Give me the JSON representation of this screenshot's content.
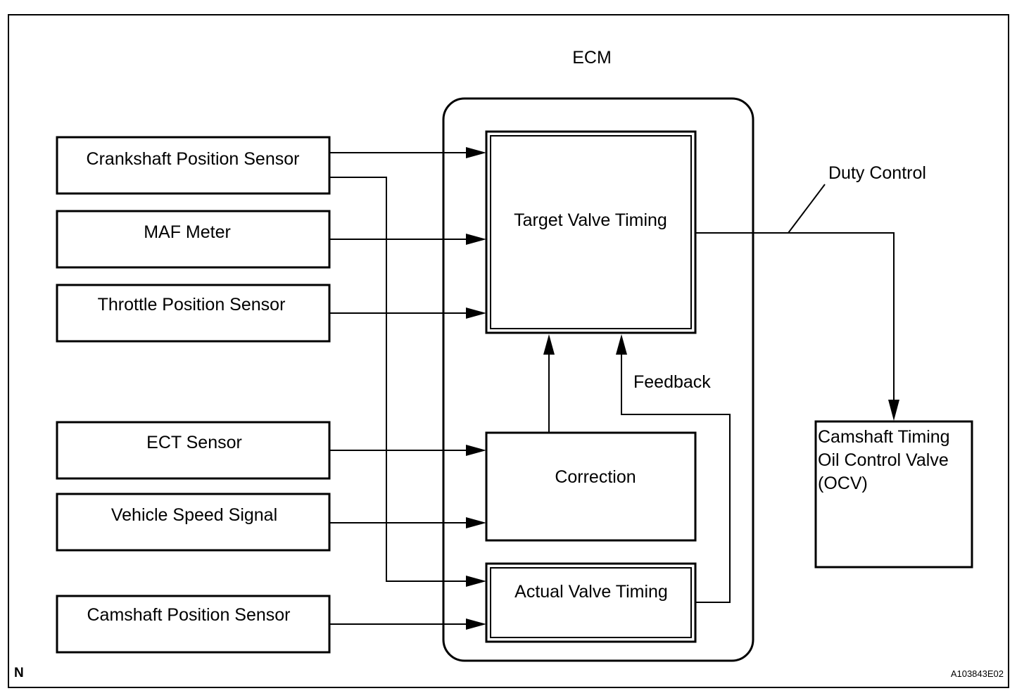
{
  "diagram": {
    "title": "ECM",
    "inputs": {
      "crankshaft": "Crankshaft Position Sensor",
      "maf": "MAF Meter",
      "throttle": "Throttle Position Sensor",
      "ect": "ECT Sensor",
      "vehicle_speed": "Vehicle Speed Signal",
      "camshaft": "Camshaft Position Sensor"
    },
    "blocks": {
      "target_valve_timing": "Target Valve Timing",
      "correction": "Correction",
      "actual_valve_timing": "Actual Valve Timing"
    },
    "labels": {
      "feedback": "Feedback",
      "duty_control": "Duty Control"
    },
    "output": {
      "line1": "Camshaft Timing",
      "line2": "Oil Control Valve",
      "line3": "(OCV)"
    },
    "corner_mark": "N",
    "figure_code": "A103843E02"
  }
}
